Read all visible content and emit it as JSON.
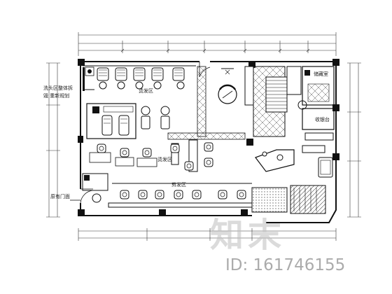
{
  "labels": {
    "side_note_line1": "洗头区整体拆",
    "side_note_line2": "毁 重新规划",
    "room_top_center": "烫发区",
    "room_stair": "储藏室",
    "room_middle_right": "收银台",
    "room_center": "烫发区",
    "room_bottom": "剪发区",
    "entrance": "原有门面"
  },
  "watermark": {
    "text": "知末",
    "id_text": "ID: 161746155"
  },
  "colors": {
    "line": "#111111",
    "dim": "#333333",
    "watermark": "#bdbdbd"
  }
}
